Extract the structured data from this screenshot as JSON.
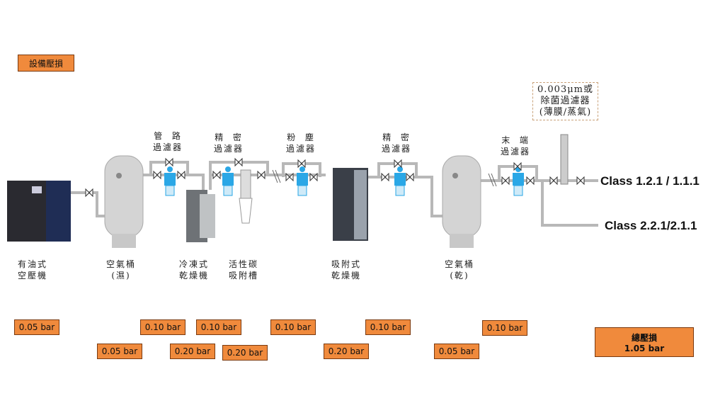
{
  "title_box": "設備壓損",
  "labels": {
    "compressor": "有油式\n空壓機",
    "tank_wet": "空氣桶\n(濕)",
    "line_filter": "管  路\n過濾器",
    "refrig_dryer": "冷凍式\n乾燥機",
    "precision_filter_1": "精  密\n過濾器",
    "carbon": "活性碳\n吸附槽",
    "dust_filter": "粉  塵\n過濾器",
    "adsorption_dryer": "吸附式\n乾燥機",
    "precision_filter_2": "精  密\n過濾器",
    "tank_dry": "空氣桶\n(乾)",
    "end_filter": "末  端\n過濾器",
    "sterile_filter": "0.003μm或\n除菌過濾器\n(薄膜/蒸氣)"
  },
  "outputs": {
    "class_a": "Class 1.2.1 / 1.1.1",
    "class_b": "Class 2.2.1/2.1.1"
  },
  "pressure_losses": [
    "0.05 bar",
    "0.05 bar",
    "0.10 bar",
    "0.10 bar",
    "0.20 bar",
    "0.20 bar",
    "0.10 bar",
    "0.20 bar",
    "0.10 bar",
    "0.05 bar",
    "0.10 bar"
  ],
  "total": {
    "label": "總壓損",
    "value": "1.05 bar"
  },
  "colors": {
    "orange": "#f08a3c",
    "pipe": "#b8b8b8",
    "filter": "#2aa7e6"
  }
}
